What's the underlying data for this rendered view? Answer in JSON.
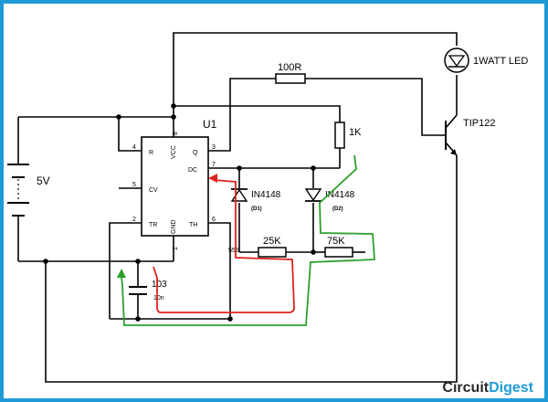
{
  "battery": {
    "label": "5V"
  },
  "ic": {
    "ref": "U1",
    "part": "555",
    "pins": {
      "r_name": "R",
      "r_num": "4",
      "vcc_name": "VCC",
      "vcc_num": "8",
      "q_name": "Q",
      "q_num": "3",
      "dc_name": "DC",
      "dc_num": "7",
      "cv_name": "CV",
      "cv_num": "5",
      "tr_name": "TR",
      "tr_num": "2",
      "gnd_name": "GND",
      "gnd_num": "1",
      "th_name": "TH",
      "th_num": "6"
    }
  },
  "components": {
    "r_100": "100R",
    "r_1k": "1K",
    "r_25k": "25K",
    "r_75k": "75K",
    "d1_part": "IN4148",
    "d1_ref": "(D1)",
    "d2_part": "IN4148",
    "d2_ref": "(D2)",
    "cap_value": "103",
    "cap_sub": "10n",
    "led": "1WATT LED",
    "transistor": "TIP122"
  },
  "brand": {
    "part1": "Circuit",
    "part2": "Digest"
  },
  "colors": {
    "wire": "#000000",
    "charge_path": "#e02020",
    "discharge_path": "#2ca02c",
    "brand": "#1e9bd7"
  }
}
